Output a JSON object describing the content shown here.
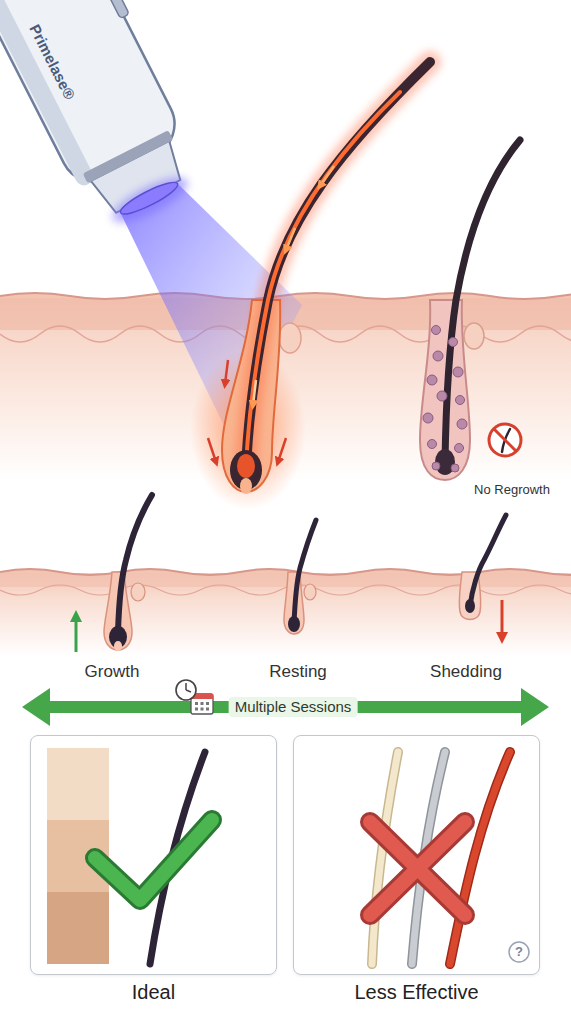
{
  "diagram": {
    "nodes": [
      {
        "text": [
          "Ideal"
        ]
      },
      {
        "text": [
          "Less Effective"
        ]
      }
    ],
    "labels": [
      "Primelase®",
      "No Regrowth",
      "Growth",
      "Resting",
      "Shedding",
      "Multiple Sessions",
      "?"
    ]
  }
}
